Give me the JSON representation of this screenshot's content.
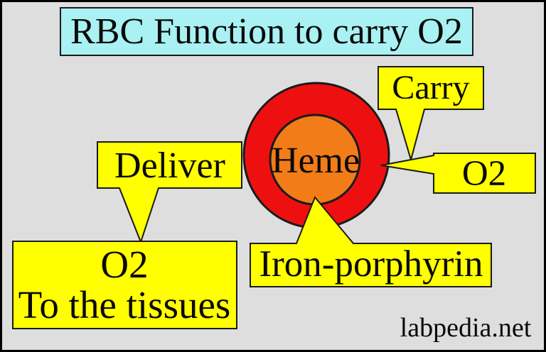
{
  "title": {
    "text": "RBC Function to carry O2"
  },
  "heme": {
    "label": "Heme"
  },
  "callouts": {
    "carry": {
      "label": "Carry"
    },
    "o2_right": {
      "label": "O2"
    },
    "deliver": {
      "label": "Deliver"
    },
    "o2_tissues": {
      "line1": "O2",
      "line2": "To the tissues"
    },
    "iron_porphyrin": {
      "label": "Iron-porphyrin"
    }
  },
  "watermark": {
    "text": "labpedia.net"
  },
  "colors": {
    "background": "#dedede",
    "frame": "#000000",
    "title_fill": "#a9f1f2",
    "callout_fill": "#ffff00",
    "ring_fill": "#ee1010",
    "core_fill": "#f17c18"
  }
}
